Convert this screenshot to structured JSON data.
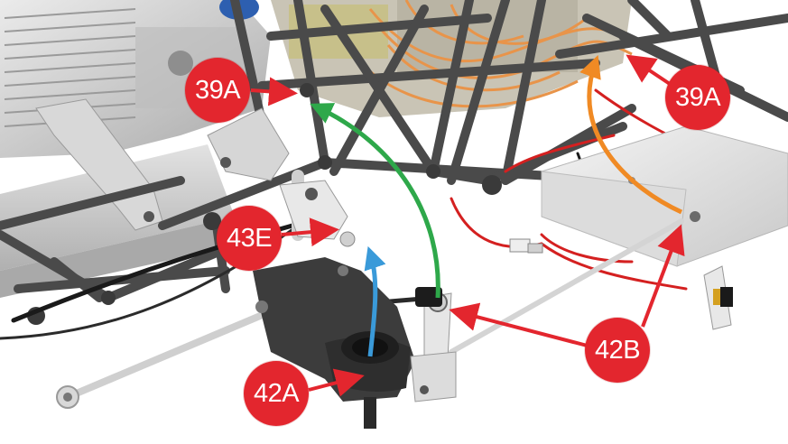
{
  "diagram": {
    "callouts": [
      {
        "id": "39A-left",
        "label": "39A"
      },
      {
        "id": "39A-right",
        "label": "39A"
      },
      {
        "id": "43E",
        "label": "43E"
      },
      {
        "id": "42A",
        "label": "42A"
      },
      {
        "id": "42B",
        "label": "42B"
      }
    ],
    "colors": {
      "callout": "#e3262e",
      "arrow_red": "#e3262e",
      "arrow_green": "#2ea84a",
      "arrow_blue": "#3a9ad9",
      "arrow_orange": "#f08a24",
      "frame": "#4a4a4a",
      "wire_orange": "#e8944a",
      "wire_red": "#d42020"
    }
  }
}
